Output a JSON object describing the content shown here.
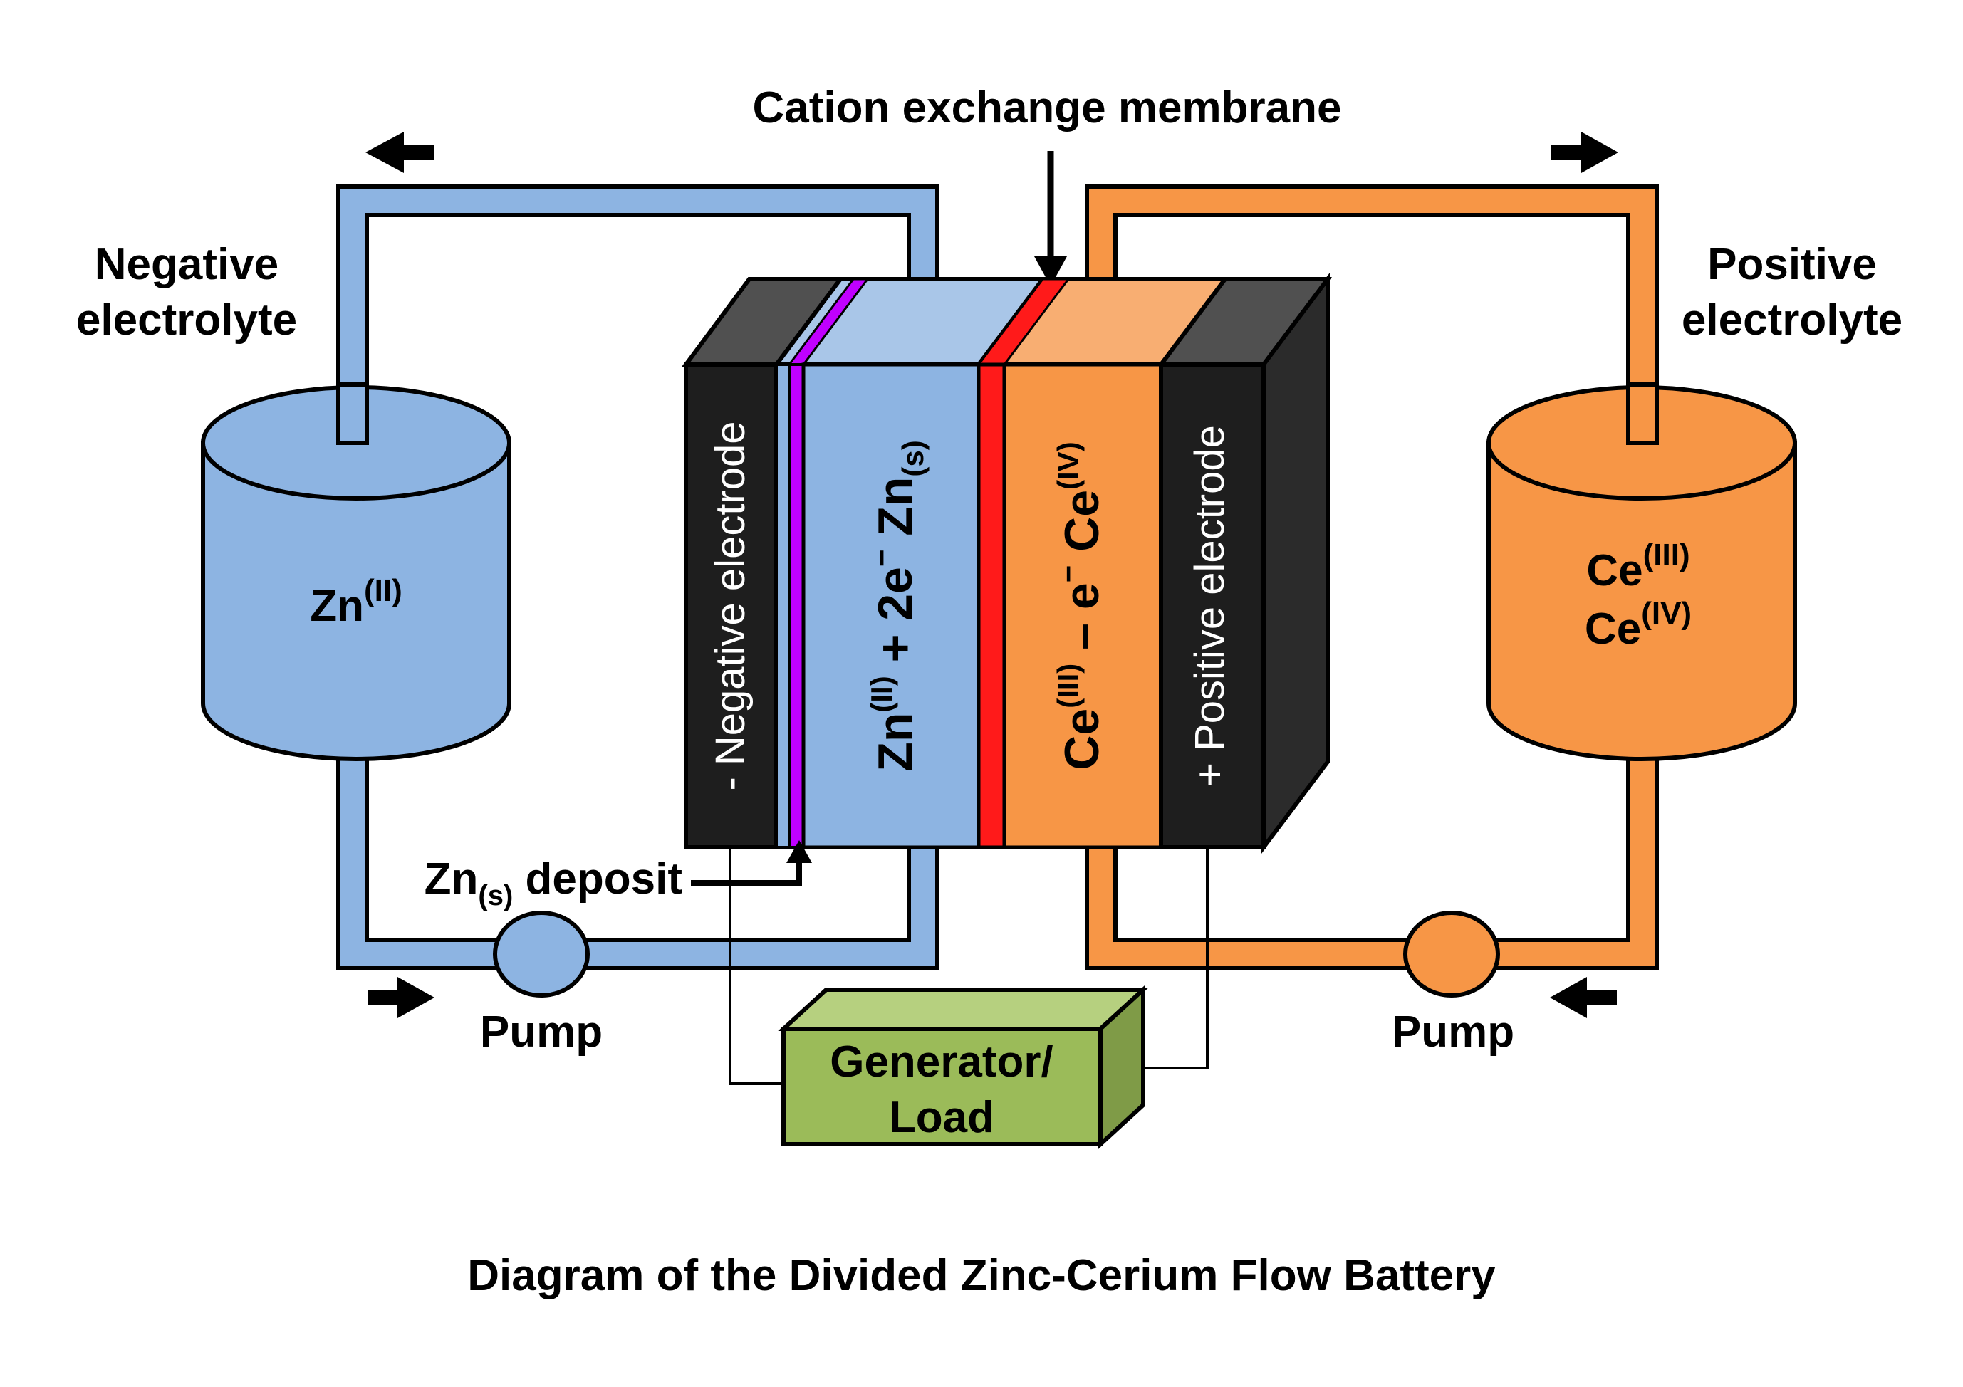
{
  "title": "Diagram of the Divided Zinc-Cerium Flow Battery",
  "labels": {
    "membrane": "Cation exchange membrane",
    "negative_electrolyte_line1": "Negative",
    "negative_electrolyte_line2": "electrolyte",
    "positive_electrolyte_line1": "Positive",
    "positive_electrolyte_line2": "electrolyte",
    "negative_electrode": "- Negative electrode",
    "positive_electrode": "+ Positive electrode",
    "pump_left": "Pump",
    "pump_right": "Pump",
    "generator_line1": "Generator/",
    "generator_line2": "Load"
  },
  "tanks": {
    "left": {
      "species": "Zn",
      "superscript": "(II)"
    },
    "right": {
      "line1": {
        "species": "Ce",
        "superscript": "(III)"
      },
      "line2": {
        "species": "Ce",
        "superscript": "(IV)"
      }
    }
  },
  "reactions": {
    "negative": {
      "ion": "Zn",
      "ion_sup": "(II)",
      "middle": " + 2e",
      "e_sup": "−",
      "product": "Zn",
      "product_sub": "(s)"
    },
    "positive": {
      "ion": "Ce",
      "ion_sup": "(III)",
      "middle": " – e",
      "e_sup": "−",
      "product": "Ce",
      "product_sup": "(IV)"
    }
  },
  "deposit": {
    "species": "Zn",
    "subscript": "(s)",
    "text": " deposit"
  },
  "colors": {
    "negative_electrolyte": "#8db4e2",
    "positive_electrolyte": "#f79646",
    "electrode": "#1e1e1e",
    "electrode_top": "#505050",
    "zinc_deposit": "#c000ff",
    "membrane": "#ff1a1a",
    "generator": "#9bbb59",
    "generator_top": "#b6d07f",
    "generator_side": "#7f9b47"
  }
}
